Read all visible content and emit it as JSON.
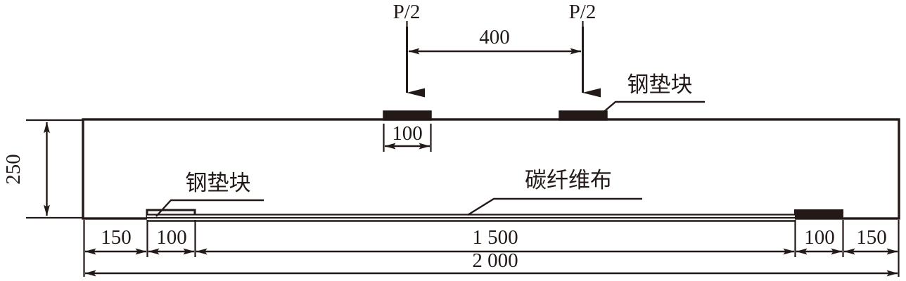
{
  "figure": {
    "title": "Reinforced concrete beam test setup with CFRP strengthening",
    "units": "mm",
    "colors": {
      "line": "#231a17",
      "fill": "#231a17",
      "background": "#ffffff"
    }
  },
  "loads": {
    "left_label": "P/2",
    "right_label": "P/2",
    "spacing_label": "400"
  },
  "labels": {
    "steel_pad_top": "钢垫块",
    "steel_pad_bottom": "钢垫块",
    "cfrp_sheet": "碳纤维布"
  },
  "dimensions": {
    "beam_depth": "250",
    "top_pad_width": "100",
    "left_overhang": "150",
    "left_support_pad": "100",
    "cfrp_length": "1 500",
    "right_support_pad": "100",
    "right_overhang": "150",
    "total_length": "2 000"
  },
  "chart_data": {
    "type": "diagram",
    "title": "Four-point bending test beam elevation",
    "units": "mm",
    "components": [
      {
        "name": "beam",
        "type": "rectangle",
        "length": 2000,
        "depth": 250
      },
      {
        "name": "top-load-pad-left",
        "type": "filled-plate",
        "width": 100
      },
      {
        "name": "top-load-pad-right",
        "type": "filled-plate",
        "width": 100
      },
      {
        "name": "bottom-support-pad-left",
        "type": "outlined-plate",
        "width": 100
      },
      {
        "name": "bottom-support-pad-right",
        "type": "filled-plate",
        "width": 100
      },
      {
        "name": "cfrp-sheet",
        "type": "strip",
        "length": 1500
      }
    ],
    "annotations": [
      {
        "label": "P/2",
        "kind": "load-arrow",
        "position": "left-top"
      },
      {
        "label": "P/2",
        "kind": "load-arrow",
        "position": "right-top"
      },
      {
        "label": "400",
        "kind": "dimension",
        "span": "between load points"
      },
      {
        "label": "100",
        "kind": "dimension",
        "span": "top pad width"
      },
      {
        "label": "250",
        "kind": "dimension",
        "span": "beam depth",
        "rotated": true
      },
      {
        "label": "150",
        "kind": "dimension",
        "span": "left overhang"
      },
      {
        "label": "100",
        "kind": "dimension",
        "span": "left support pad"
      },
      {
        "label": "1 500",
        "kind": "dimension",
        "span": "CFRP sheet length"
      },
      {
        "label": "100",
        "kind": "dimension",
        "span": "right support pad"
      },
      {
        "label": "150",
        "kind": "dimension",
        "span": "right overhang"
      },
      {
        "label": "2 000",
        "kind": "dimension",
        "span": "total beam length"
      }
    ]
  }
}
